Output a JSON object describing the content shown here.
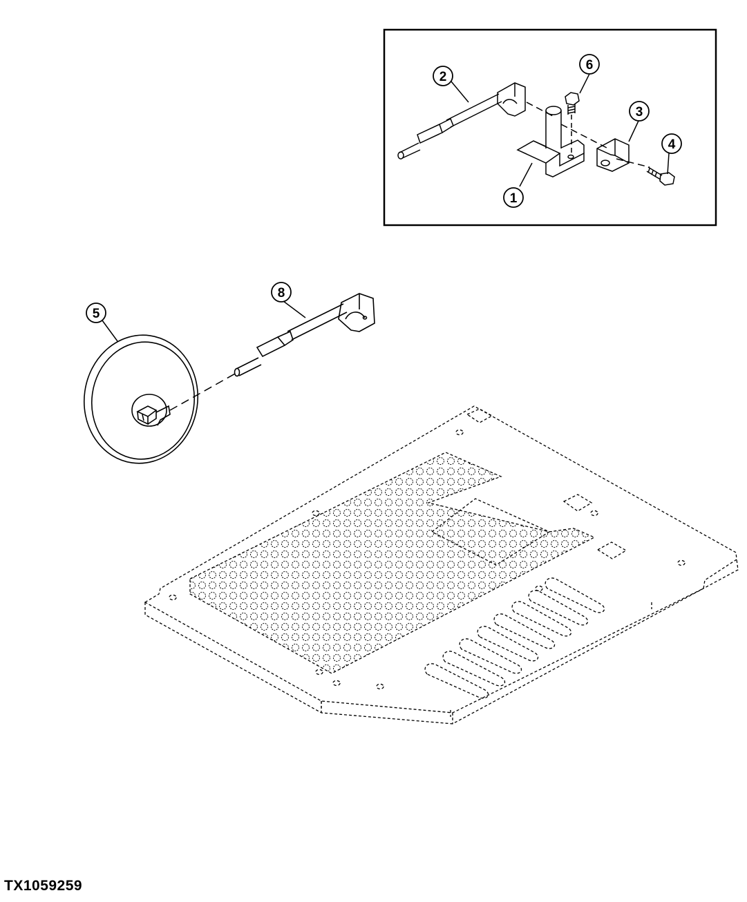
{
  "figure": {
    "id_label": "TX1059259"
  },
  "callouts": {
    "c1": "1",
    "c2": "2",
    "c3": "3",
    "c4": "4",
    "c5": "5",
    "c6": "6",
    "c8": "8"
  },
  "colors": {
    "line": "#000000",
    "background": "#ffffff"
  }
}
